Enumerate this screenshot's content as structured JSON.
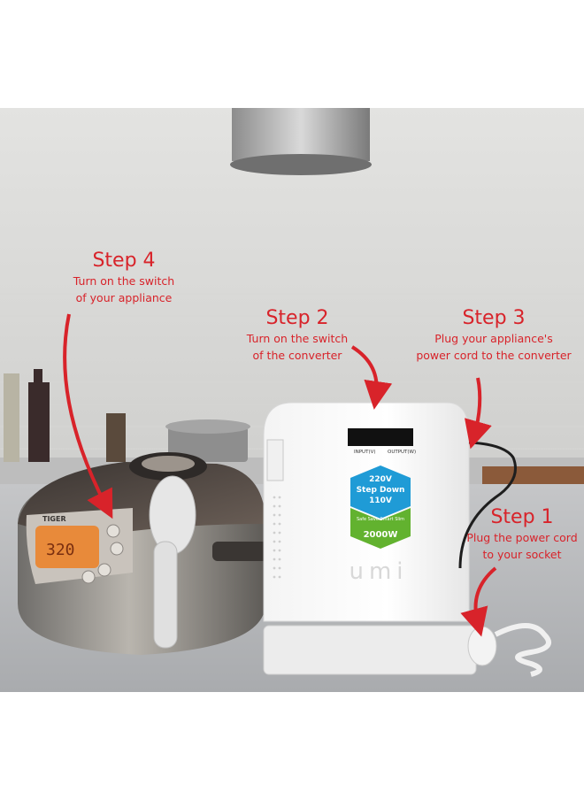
{
  "steps": [
    {
      "title": "Step 4",
      "line1": "Turn on the switch",
      "line2": "of your appliance"
    },
    {
      "title": "Step 2",
      "line1": "Turn on the switch",
      "line2": "of the converter"
    },
    {
      "title": "Step 3",
      "line1": "Plug your appliance's",
      "line2": "power cord to the converter"
    },
    {
      "title": "Step 1",
      "line1": "Plug the power cord",
      "line2": "to your socket"
    }
  ],
  "converter": {
    "input_label": "INPUT(V)",
    "output_label": "OUTPUT(W)",
    "badge_line1": "220V",
    "badge_line2": "Step Down",
    "badge_line3": "110V",
    "badge_tagline": "Safe Save Smart Slim",
    "badge_power": "2000W",
    "logo": "umi"
  },
  "cooker": {
    "brand": "TIGER",
    "display": "320"
  },
  "colors": {
    "accent_red": "#d8232a",
    "badge_blue": "#1f9bd6",
    "badge_green": "#62b22f",
    "display_orange": "#e88a3a"
  }
}
